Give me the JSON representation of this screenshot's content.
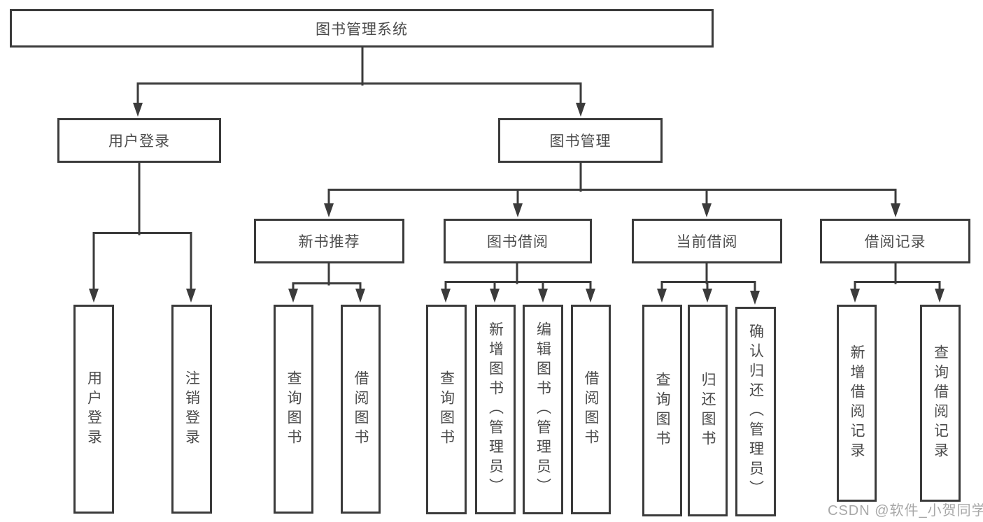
{
  "diagram": {
    "title": "图书管理系统",
    "watermark": "CSDN @软件_小贺同学",
    "colors": {
      "line": "#3b3b3b",
      "box_border": "#3b3b3b",
      "text": "#4b4b4b",
      "watermark_text": "#a8a8a8",
      "background": "#ffffff"
    },
    "tree": {
      "root": "图书管理系统",
      "children": [
        {
          "label": "用户登录",
          "children": [
            "用户登录",
            "注销登录"
          ]
        },
        {
          "label": "图书管理",
          "children": [
            {
              "label": "新书推荐",
              "children": [
                "查询图书",
                "借阅图书"
              ]
            },
            {
              "label": "图书借阅",
              "children": [
                "查询图书",
                "新增图书（管理员）",
                "编辑图书（管理员）",
                "借阅图书"
              ]
            },
            {
              "label": "当前借阅",
              "children": [
                "查询图书",
                "归还图书",
                "确认归还（管理员）"
              ]
            },
            {
              "label": "借阅记录",
              "children": [
                "新增借阅记录",
                "查询借阅记录"
              ]
            }
          ]
        }
      ]
    }
  }
}
